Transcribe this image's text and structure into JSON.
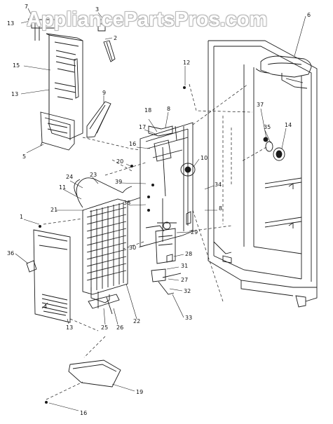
{
  "watermark": "AppliancePartsPros.com",
  "callouts": {
    "c7": "7",
    "c13a": "13",
    "c3": "3",
    "c2": "2",
    "c6": "6",
    "c15": "15",
    "c13b": "13",
    "c12": "12",
    "c9": "9",
    "c5": "5",
    "c18": "18",
    "c8a": "8",
    "c17": "17",
    "c16a": "16",
    "c20": "20",
    "c10": "10",
    "c37": "37",
    "c35": "35",
    "c14": "14",
    "c24": "24",
    "c23": "23",
    "c11": "11",
    "c39": "39",
    "c34": "34",
    "c21": "21",
    "c38": "38",
    "c8b": "8",
    "c1": "1",
    "c29": "29",
    "c30": "30",
    "c28": "28",
    "c36": "36",
    "c31": "31",
    "c27": "27",
    "c22": "22",
    "c32": "32",
    "c4": "4",
    "c25": "25",
    "c26": "26",
    "c33": "33",
    "c13c": "13",
    "c19": "19",
    "c16b": "16"
  }
}
